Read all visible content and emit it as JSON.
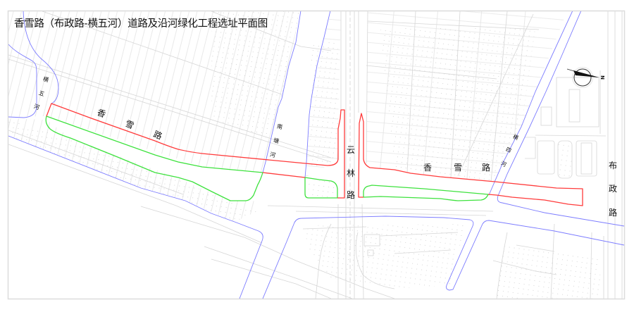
{
  "map": {
    "title": "香雪路（布政路-横五河）道路及沿河绿化工程选址平面图",
    "compass": {
      "north_label": "N"
    },
    "road_labels": {
      "xiangxue_west": {
        "name": "香雪路",
        "chars": [
          "香",
          "雪",
          "路"
        ]
      },
      "xiangxue_east": {
        "name": "香雪路",
        "chars": [
          "香",
          "雪",
          "路"
        ]
      },
      "yunlin": {
        "name": "云林路",
        "chars": [
          "云",
          "林",
          "路"
        ]
      },
      "buzheng": {
        "name": "布政路",
        "chars": [
          "布",
          "政",
          "路"
        ]
      }
    },
    "river_labels": {
      "hengwu": {
        "name": "横五河",
        "chars": [
          "横",
          "五",
          "河"
        ]
      },
      "nantang": {
        "name": "南塘河",
        "chars": [
          "南",
          "塘",
          "河"
        ]
      },
      "hengsi": {
        "name": "横四河",
        "chars": [
          "横",
          "四",
          "河"
        ]
      }
    },
    "colors": {
      "road_boundary": "#ff3b3b",
      "greening_boundary": "#3ee23e",
      "river": "#7c7cff",
      "base_line": "#d6d6d6",
      "frame": "#dcdcdc",
      "label_text": "#111111",
      "compass": "#111111"
    }
  }
}
